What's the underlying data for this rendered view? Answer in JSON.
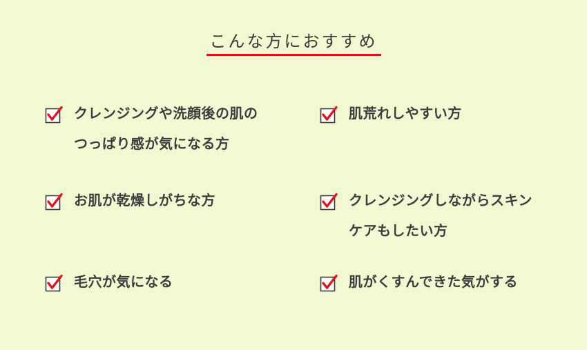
{
  "title": "こんな方におすすめ",
  "colors": {
    "background": "#f2f9d2",
    "accent": "#e0141b",
    "text": "#3c3c3c"
  },
  "items": [
    {
      "icon": "checkbox-checked-icon",
      "line1": "クレンジングや洗顔後の肌の",
      "line2": "つっぱり感が気になる方"
    },
    {
      "icon": "checkbox-checked-icon",
      "line1": "肌荒れしやすい方",
      "line2": ""
    },
    {
      "icon": "checkbox-checked-icon",
      "line1": "お肌が乾燥しがちな方",
      "line2": ""
    },
    {
      "icon": "checkbox-checked-icon",
      "line1": "クレンジングしながらスキン",
      "line2": "ケアもしたい方"
    },
    {
      "icon": "checkbox-checked-icon",
      "line1": "毛穴が気になる",
      "line2": ""
    },
    {
      "icon": "checkbox-checked-icon",
      "line1": "肌がくすんできた気がする",
      "line2": ""
    }
  ]
}
